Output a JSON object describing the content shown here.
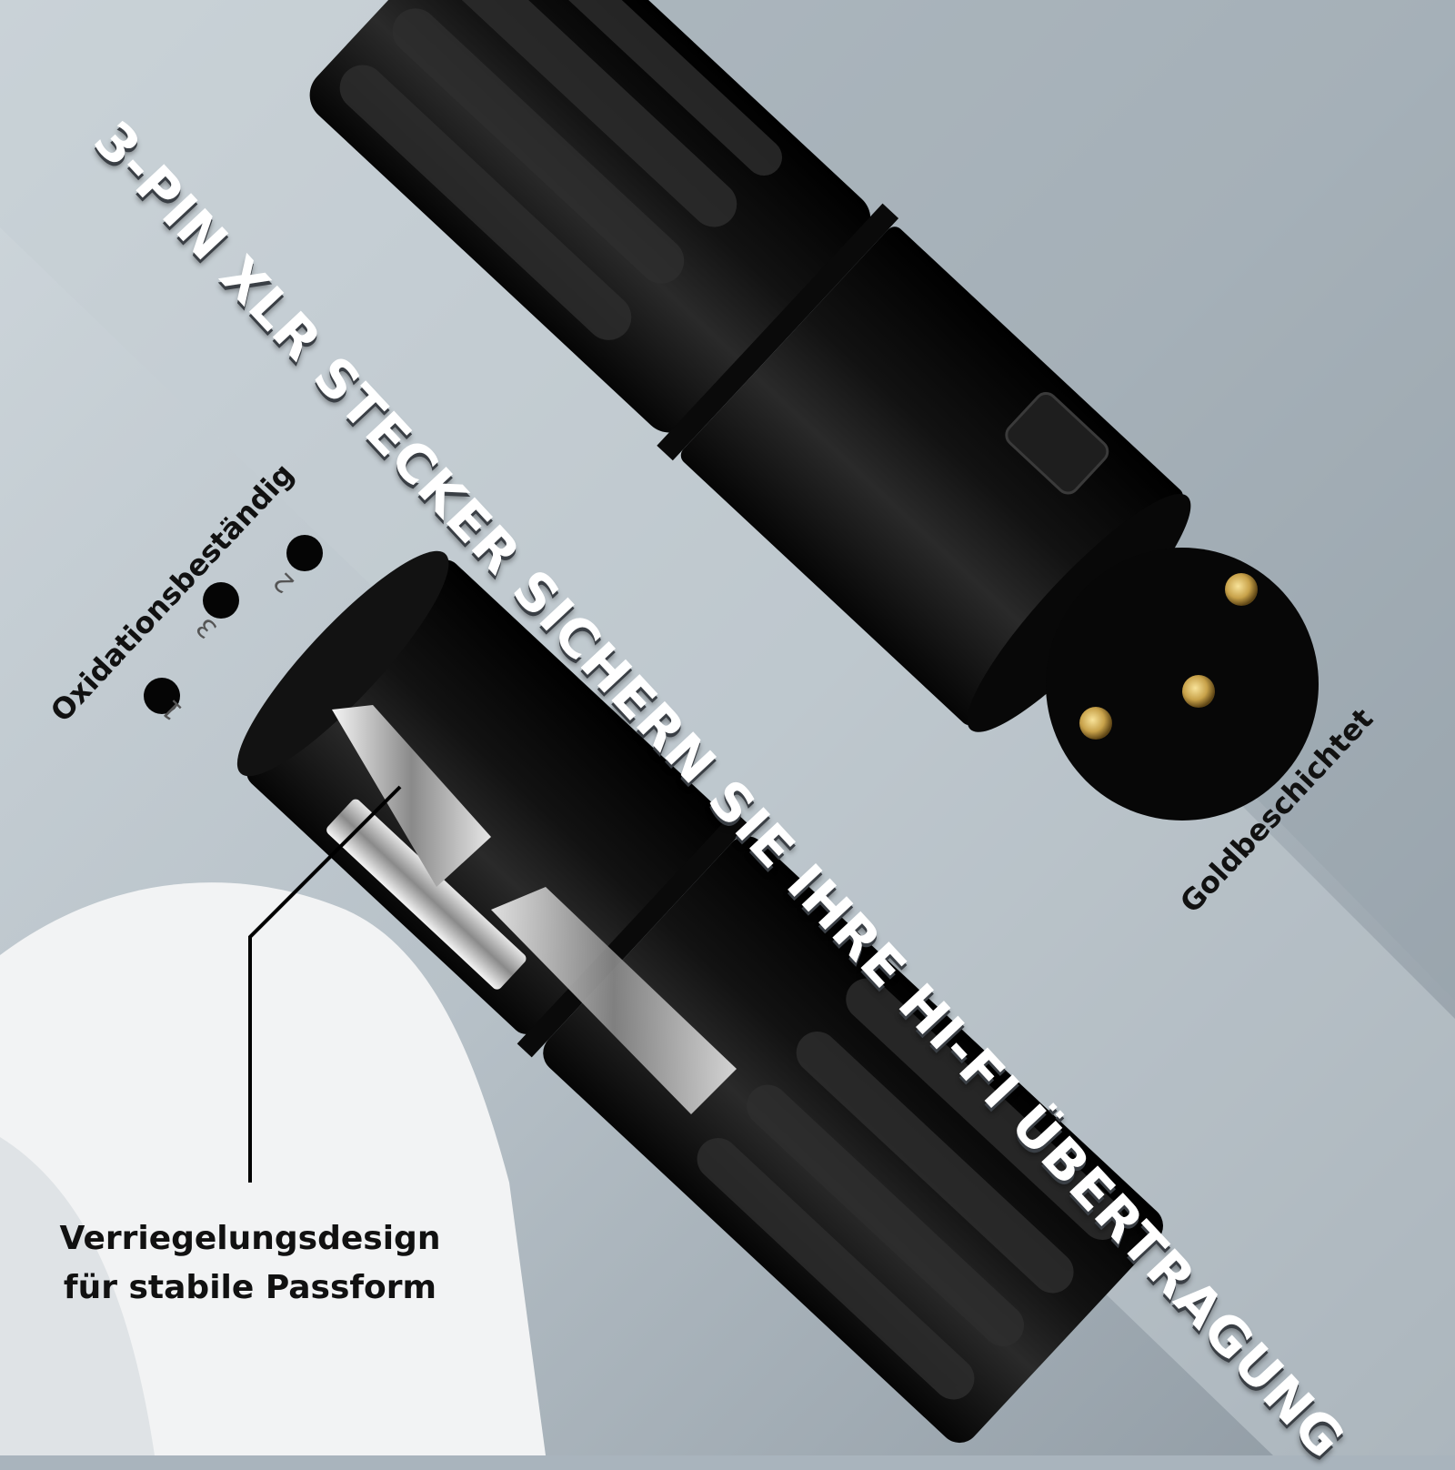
{
  "headline": "3-PIN XLR STECKER SICHERN SIE IHRE HI-FI ÜBERTRAGUNG",
  "labels": {
    "oxidation": "Oxidationsbeständig",
    "gold": "Goldbeschichtet",
    "locking_line1": "Verriegelungsdesign",
    "locking_line2": "für stabile Passform"
  },
  "pin_numbers": [
    "1",
    "2",
    "3"
  ],
  "colors": {
    "background_light": "#c9d2d8",
    "background_dark": "#8e99a3",
    "connector_black": "#141414",
    "gold_pin": "#c8a24a",
    "headline_text": "#ffffff"
  }
}
